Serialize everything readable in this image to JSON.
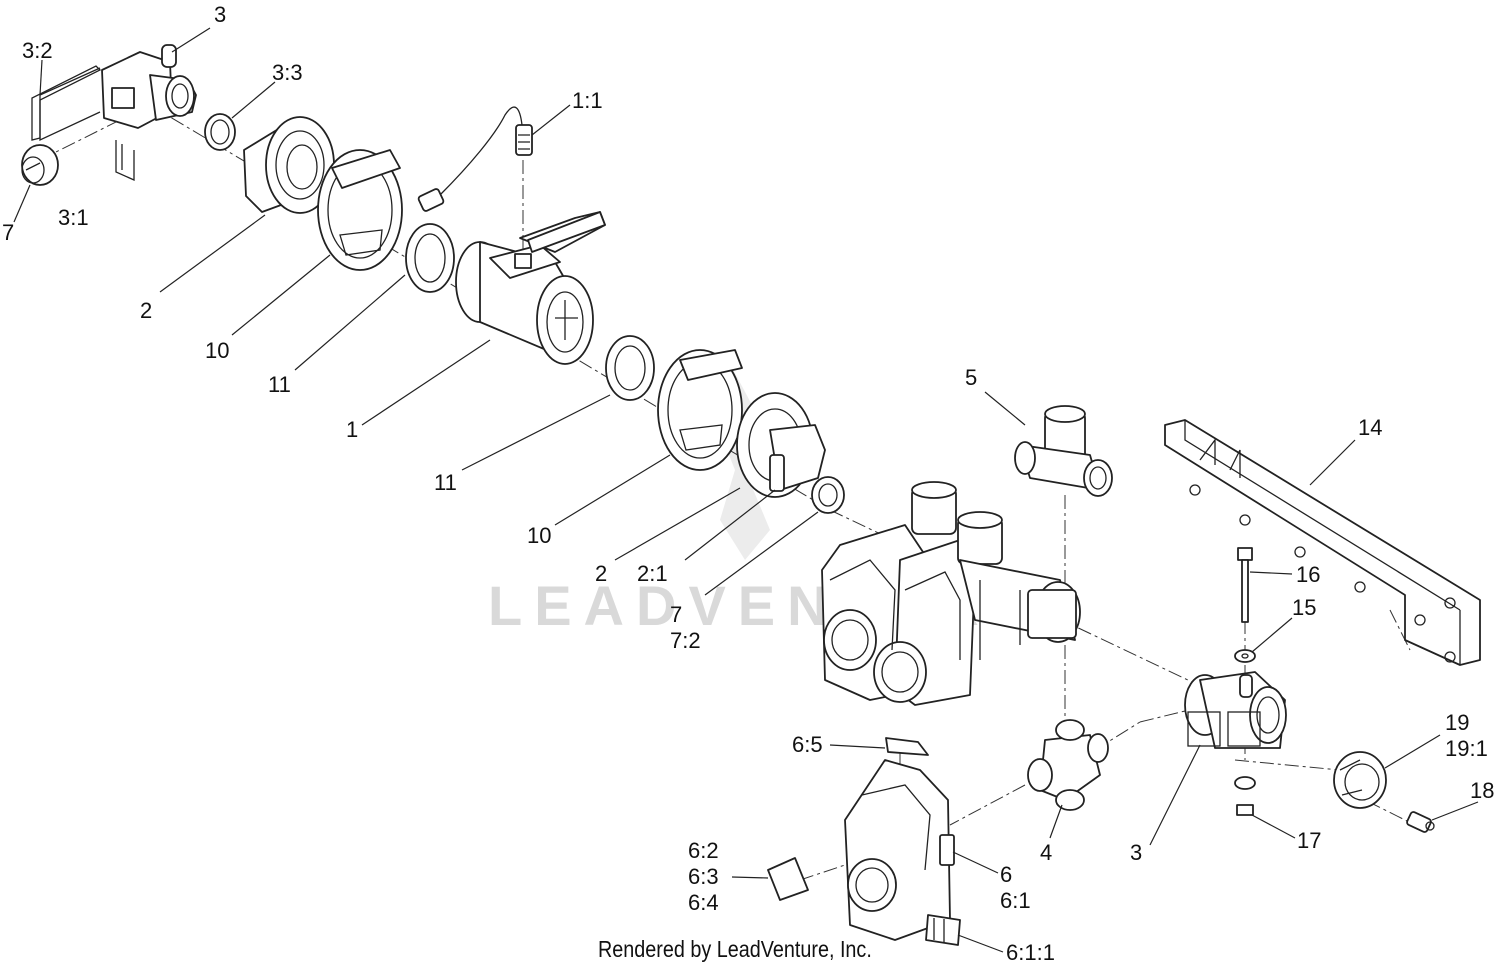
{
  "watermark": "LEADVENTURE",
  "credit": "Rendered by LeadVenture, Inc.",
  "callouts": {
    "c3_top": "3",
    "c3_2": "3:2",
    "c3_3": "3:3",
    "c7_left": "7",
    "c3_1": "3:1",
    "c1_1": "1:1",
    "c2_top": "2",
    "c10_top": "10",
    "c11_top": "11",
    "c1": "1",
    "c11_mid": "11",
    "c10_mid": "10",
    "c2_mid": "2",
    "c2_1": "2:1",
    "c7_mid": "7",
    "c7_2": "7:2",
    "c5": "5",
    "c14": "14",
    "c16": "16",
    "c15": "15",
    "c19": "19",
    "c19_1": "19:1",
    "c18": "18",
    "c17": "17",
    "c3_bottom": "3",
    "c4": "4",
    "c6_5": "6:5",
    "c6_2": "6:2",
    "c6_3": "6:3",
    "c6_4": "6:4",
    "c6": "6",
    "c6_1": "6:1",
    "c6_1_1": "6:1:1"
  }
}
